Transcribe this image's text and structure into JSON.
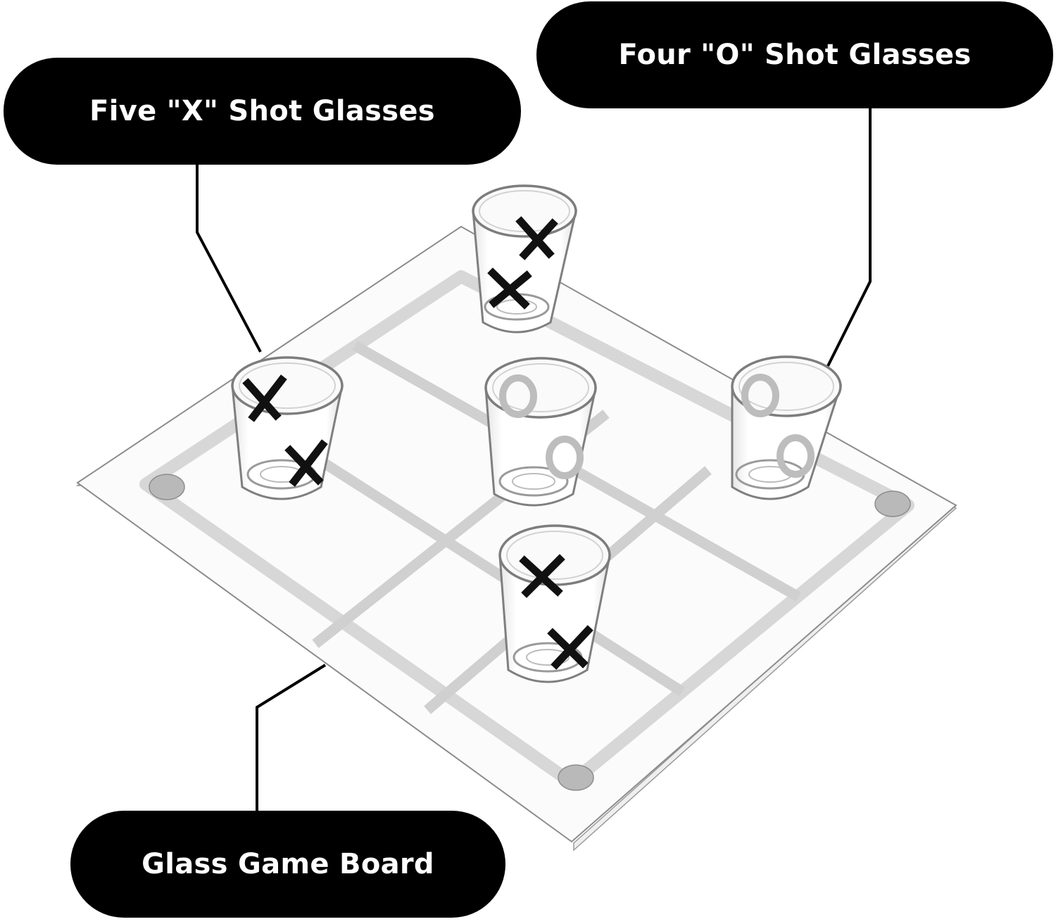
{
  "callouts": {
    "x_glasses": "Five \"X\" Shot Glasses",
    "o_glasses": "Four \"O\" Shot Glasses",
    "board": "Glass Game Board"
  },
  "colors": {
    "callout_bg": "#000000",
    "callout_text": "#ffffff",
    "leader_line": "#000000",
    "board_grid": "#d2d2d2",
    "o_mark": "#bdbdbd",
    "x_mark": "#111111"
  },
  "glasses": [
    {
      "mark": "X",
      "icon": "x-shot-glass-icon"
    },
    {
      "mark": "O",
      "icon": "o-shot-glass-icon"
    },
    {
      "mark": "O",
      "icon": "o-shot-glass-icon"
    },
    {
      "mark": "X",
      "icon": "x-shot-glass-icon"
    },
    {
      "mark": "X",
      "icon": "x-shot-glass-icon"
    }
  ]
}
